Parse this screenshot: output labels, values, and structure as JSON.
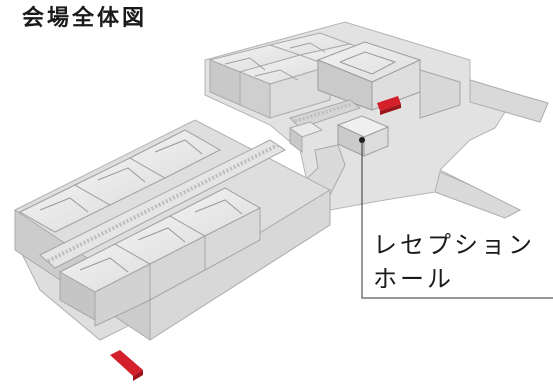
{
  "title": "会場全体図",
  "callout": {
    "line1": "レセプション",
    "line2": "ホール"
  },
  "colors": {
    "building": "#e9e9e9",
    "building_dark": "#cfcfcf",
    "building_shadow": "#b9b9b9",
    "roof_line": "#a9a9a9",
    "marker": "#d4202a",
    "text": "#1a1a1a",
    "leader_line": "#333333"
  }
}
